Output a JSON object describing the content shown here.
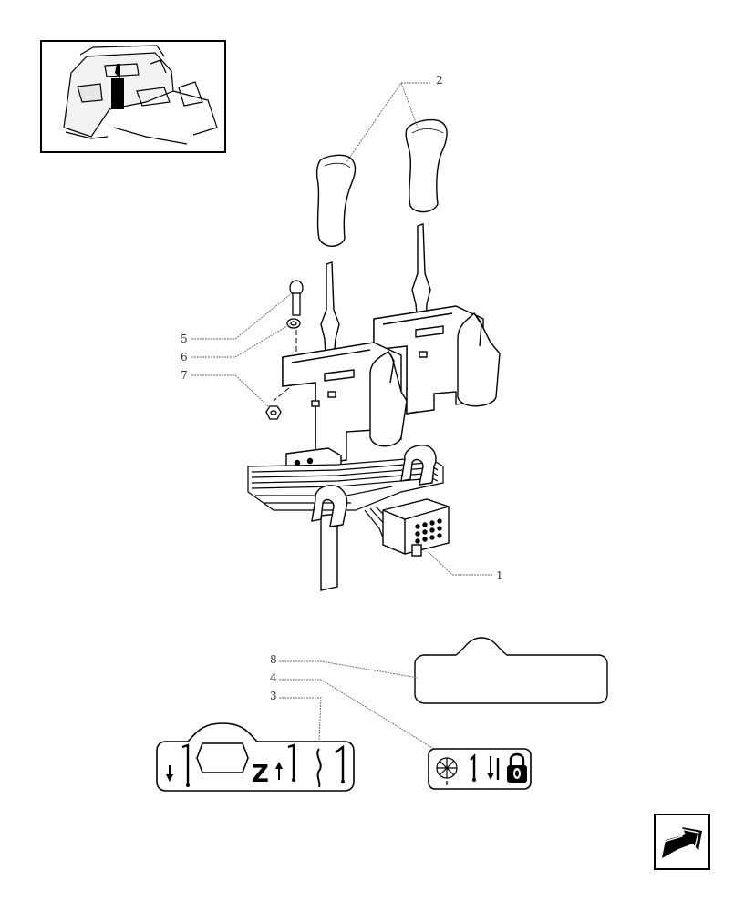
{
  "figure": {
    "callouts": [
      {
        "id": "1",
        "label": "1"
      },
      {
        "id": "2",
        "label": "2"
      },
      {
        "id": "3",
        "label": "3"
      },
      {
        "id": "4",
        "label": "4"
      },
      {
        "id": "5",
        "label": "5"
      },
      {
        "id": "6",
        "label": "6"
      },
      {
        "id": "7",
        "label": "7"
      },
      {
        "id": "8",
        "label": "8"
      }
    ],
    "decal_letter": "Z"
  },
  "navigation": {
    "next_icon": "arrow-icon"
  }
}
